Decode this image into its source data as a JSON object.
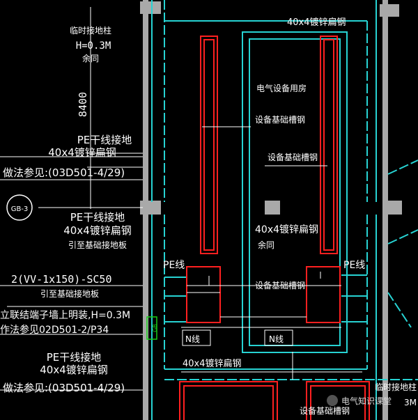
{
  "labels": {
    "temp_ground_post_top": "临时接地柱",
    "temp_ground_height_top": "H=0.3M",
    "ditto_top": "余同",
    "dim_8400": "8400",
    "steel_flat_top": "40x4镀锌扁钢",
    "room_name": "电气设备用房",
    "foundation_channel_1": "设备基础槽钢",
    "foundation_channel_2": "设备基础槽钢",
    "pe_trunk_1": "PE干线接地",
    "steel_flat_1": "40x4镀锌扁钢",
    "method_ref_1": "做法参见:(03D501-4/29)",
    "marker_gb": "GB-3",
    "pe_trunk_2": "PE干线接地",
    "steel_flat_2": "40x4镀锌扁钢",
    "lead_to_plate_1": "引至基础接地板",
    "steel_flat_center": "40x4镀锌扁钢",
    "ditto_center": "余同",
    "pe_line_left": "PE线",
    "pe_line_right": "PE线",
    "cable_spec": "2(VV-1x150)-SC50",
    "lead_to_plate_2": "引至基础接地板",
    "terminal_box": "立联结端子墙上明装,H=0.3M",
    "method_ref_2": "作法参见02D501-2/P34",
    "foundation_channel_3": "设备基础槽钢",
    "n_line_left": "N线",
    "n_line_right": "N线",
    "pe_trunk_3": "PE干线接地",
    "steel_flat_3": "40x4镀锌扁钢",
    "method_ref_3": "做法参见:(03D501-4/29)",
    "steel_flat_bottom": "40x4镀锌扁钢",
    "temp_ground_post_bottom": "临时接地柱",
    "foundation_channel_bottom": "设备基础槽钢",
    "bottom_right_fragment": "3M",
    "watermark": "电气知识课堂",
    "gb_marker_small": "GB"
  },
  "colors": {
    "background": "#000000",
    "steel_flat": "#27d3d3",
    "channel_steel": "#ff2020",
    "wall": "#a9a9a9",
    "text": "#ffffff",
    "marker_green": "#18d018"
  }
}
